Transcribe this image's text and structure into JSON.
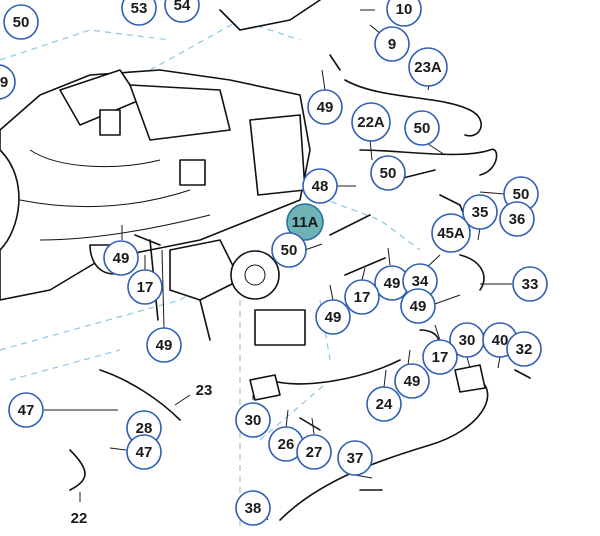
{
  "diagram": {
    "accent_color": "#2f5fb3",
    "highlight_color": "#6fb3b6",
    "callouts": [
      "53",
      "54",
      "50",
      "10",
      "9",
      "23A",
      "49",
      "22A",
      "50",
      "48",
      "50",
      "50",
      "35",
      "36",
      "11A",
      "50",
      "45A",
      "49",
      "17",
      "49",
      "34",
      "33",
      "49",
      "17",
      "49",
      "49",
      "30",
      "40",
      "32",
      "17",
      "49",
      "23",
      "47",
      "28",
      "47",
      "30",
      "26",
      "27",
      "24",
      "37",
      "22",
      "38",
      "9"
    ]
  }
}
